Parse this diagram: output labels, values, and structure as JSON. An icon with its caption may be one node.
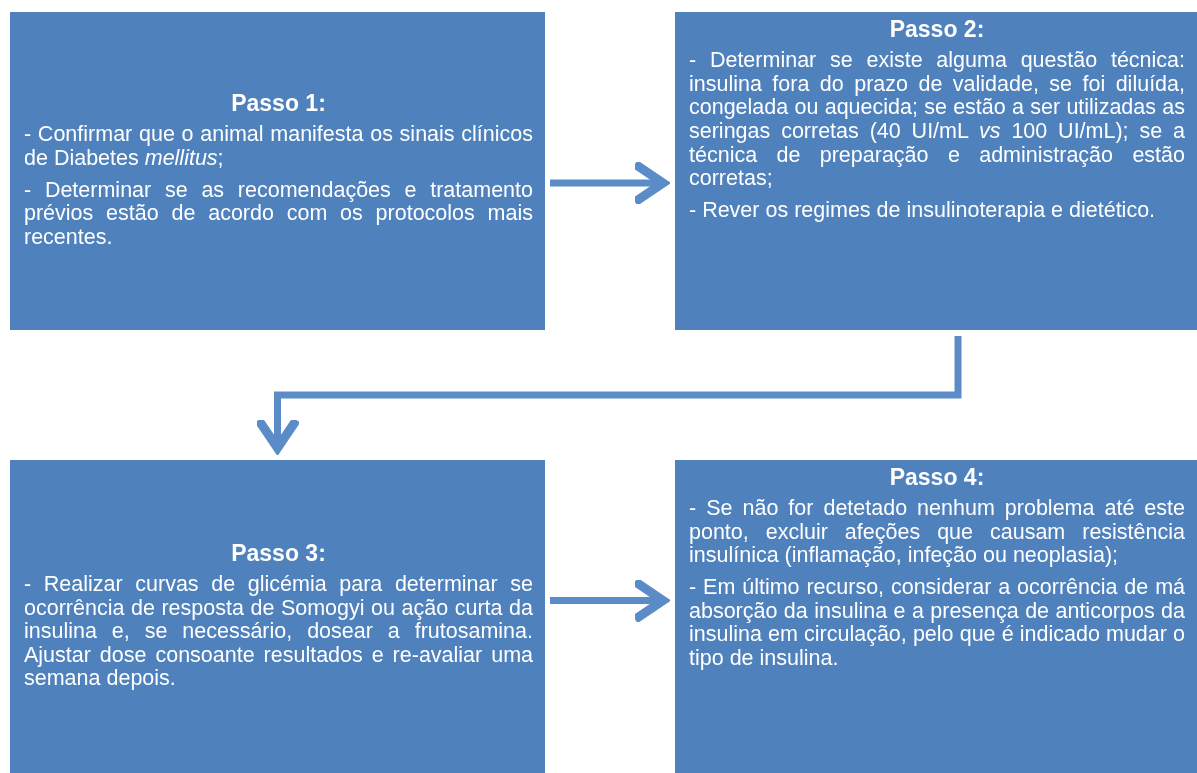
{
  "diagram": {
    "nodes": [
      {
        "text": [
          "Passo 1:",
          "- Confirmar que o animal manifesta os sinais clínicos de Diabetes *mellitus*;",
          "- Determinar se as recomendações e tratamento prévios estão de acordo com os protocolos mais recentes."
        ]
      },
      {
        "text": [
          "Passo 2:",
          "- Determinar se existe alguma questão técnica: insulina fora do prazo de validade, se foi diluída, congelada ou aquecida; se estão a ser utilizadas as seringas corretas (40 UI/mL *vs* 100 UI/mL); se a técnica de preparação e administração estão corretas;",
          "- Rever os regimes de insulinoterapia e dietético."
        ]
      },
      {
        "text": [
          "Passo 3:",
          "- Realizar curvas de glicémia para determinar se ocorrência de resposta de Somogyi ou ação curta da insulina e, se necessário, dosear a frutosamina. Ajustar dose consoante resultados e re-avaliar uma semana depois."
        ]
      },
      {
        "text": [
          "Passo 4:",
          "- Se não for detetado nenhum problema até este ponto, excluir afeções que causam resistência insulínica (inflamação, infeção ou neoplasia);",
          "- Em último recurso, considerar a ocorrência de má absorção da insulina e a presença de anticorpos da insulina em circulação, pelo que é indicado mudar o tipo de insulina."
        ]
      }
    ],
    "edges": [
      {
        "from": 0,
        "to": 1,
        "arrow": "to"
      },
      {
        "from": 1,
        "to": 2,
        "arrow": "to"
      },
      {
        "from": 2,
        "to": 3,
        "arrow": "to"
      }
    ]
  }
}
